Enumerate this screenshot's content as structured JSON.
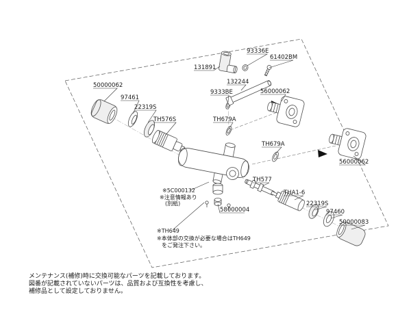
{
  "colors": {
    "background": "#ffffff",
    "line": "#4a4a4a",
    "text": "#1a1a1a"
  },
  "labels": {
    "cover_left": "50000062",
    "ring_97461": "97461",
    "nut_left": "22319S",
    "cartridge_left": "TH576S",
    "elbow": "131891",
    "oring_top": "93336E",
    "screw_top": "61402BM",
    "pipe": "132244",
    "oring_mid": "9333BE",
    "flange_top": "56000062",
    "washer_top": "TH679A",
    "washer_right": "TH679A",
    "flange_right": "56000062",
    "spindle": "TH577",
    "cartridge_right": "THA1-6",
    "nut_right": "22319S",
    "ring_97460": "97460",
    "cover_right": "50000083",
    "drain": "58000004"
  },
  "notes": {
    "attention_part": "※5C000132",
    "attention_info": "※注意情報あり",
    "attention_ref": "(別紙)",
    "body_part": "※TH649",
    "body_text1": "※本体部の交換が必要な場合はTH649",
    "body_text2": "をご発注下さい。"
  },
  "footer": {
    "lines": [
      "メンテナンス(補修)時に交換可能なパーツを記載しております。",
      "図番が記載されていないパーツは、品質および互換性を考慮し、",
      "補修品として設定しておりません。"
    ]
  }
}
